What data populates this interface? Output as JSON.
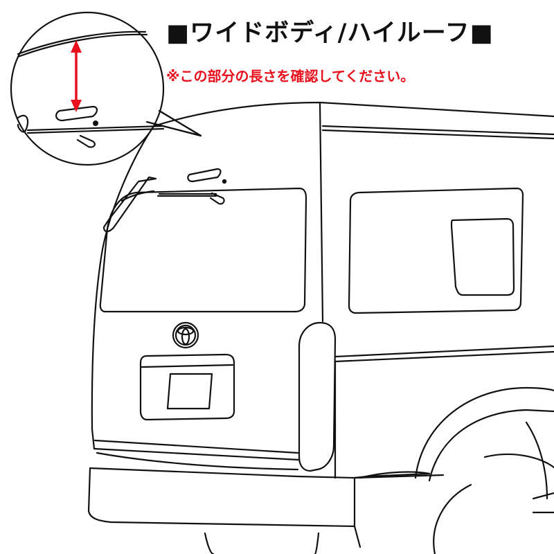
{
  "heading": {
    "text": "■ワイドボディ/ハイルーフ■"
  },
  "instruction": {
    "text": "※この部分の長さを確認してください。"
  },
  "colors": {
    "line": "#111111",
    "accent": "#e8101c",
    "background": "#ffffff"
  },
  "illustration": {
    "subject": "van-rear-three-quarter-line-drawing",
    "detail": "magnified-circle-of-rear-window-top"
  }
}
